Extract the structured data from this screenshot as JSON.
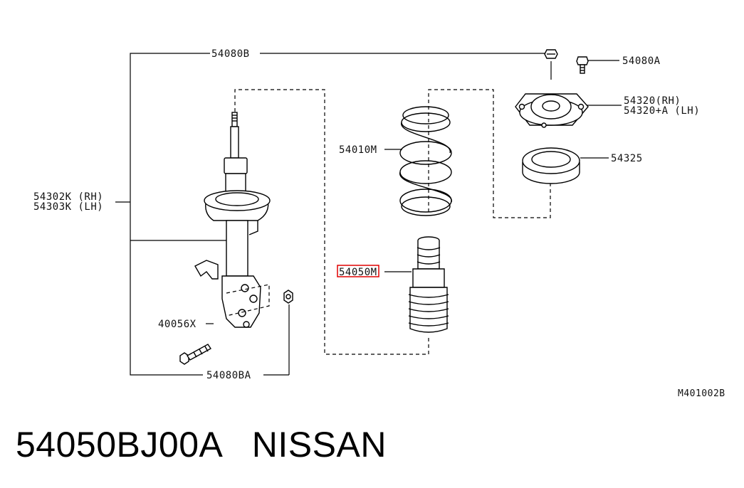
{
  "labels": {
    "bolt_top": "54080B",
    "bolt_a": "54080A",
    "mount_rh": "54320(RH)",
    "mount_lh": "54320+A (LH)",
    "spring": "54010M",
    "bearing": "54325",
    "strut_rh": "54302K (RH)",
    "strut_lh": "54303K (LH)",
    "bump_stop": "54050M",
    "bolt_x": "40056X",
    "nut_ba": "54080BA",
    "diagram_ref": "M401002B"
  },
  "caption": {
    "part_number": "54050BJ00A",
    "brand": "NISSAN"
  },
  "highlight_color": "#e00000"
}
